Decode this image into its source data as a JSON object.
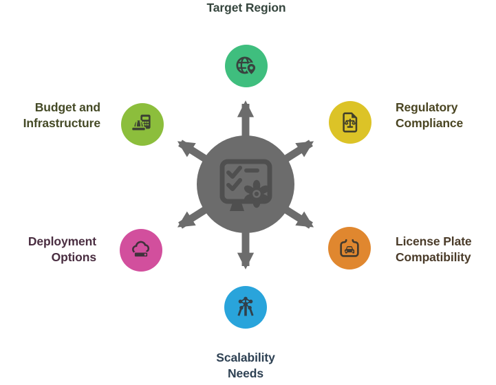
{
  "diagram": {
    "type": "hub-and-spoke",
    "background": "#ffffff",
    "hub": {
      "name": "central-hub",
      "icon": "checklist-gear-monitor-icon",
      "color": "#6c6c6c",
      "icon_color": "#4f4f4f",
      "arrow_color": "#6c6c6c"
    },
    "nodes": [
      {
        "id": "target-region",
        "label": "Target Region",
        "icon": "globe-location-pin-icon",
        "circle_color": "#3fbe7e",
        "icon_color": "#39433f",
        "label_color": "#36463e",
        "position": "top"
      },
      {
        "id": "budget-and-infrastructure",
        "label": "Budget and Infrastructure",
        "icon": "calculator-helmet-icon",
        "circle_color": "#8cbe3c",
        "icon_color": "#3c4233",
        "label_color": "#454a26",
        "position": "upper-left"
      },
      {
        "id": "regulatory-compliance",
        "label": "Regulatory Compliance",
        "icon": "document-scales-icon",
        "circle_color": "#dcc327",
        "icon_color": "#42402a",
        "label_color": "#4a4522",
        "position": "upper-right"
      },
      {
        "id": "deployment-options",
        "label": "Deployment Options",
        "icon": "cloud-server-icon",
        "circle_color": "#d24f9d",
        "icon_color": "#41323c",
        "label_color": "#4a2e41",
        "position": "lower-left"
      },
      {
        "id": "license-plate-compatibility",
        "label": "License Plate Compatibility",
        "icon": "car-license-frame-icon",
        "circle_color": "#e0872f",
        "icon_color": "#433a2e",
        "label_color": "#4a3b29",
        "position": "lower-right"
      },
      {
        "id": "scalability-needs",
        "label": "Scalability Needs",
        "icon": "atomium-network-icon",
        "circle_color": "#29a4db",
        "icon_color": "#31404b",
        "label_color": "#2e4153",
        "position": "bottom"
      }
    ]
  }
}
